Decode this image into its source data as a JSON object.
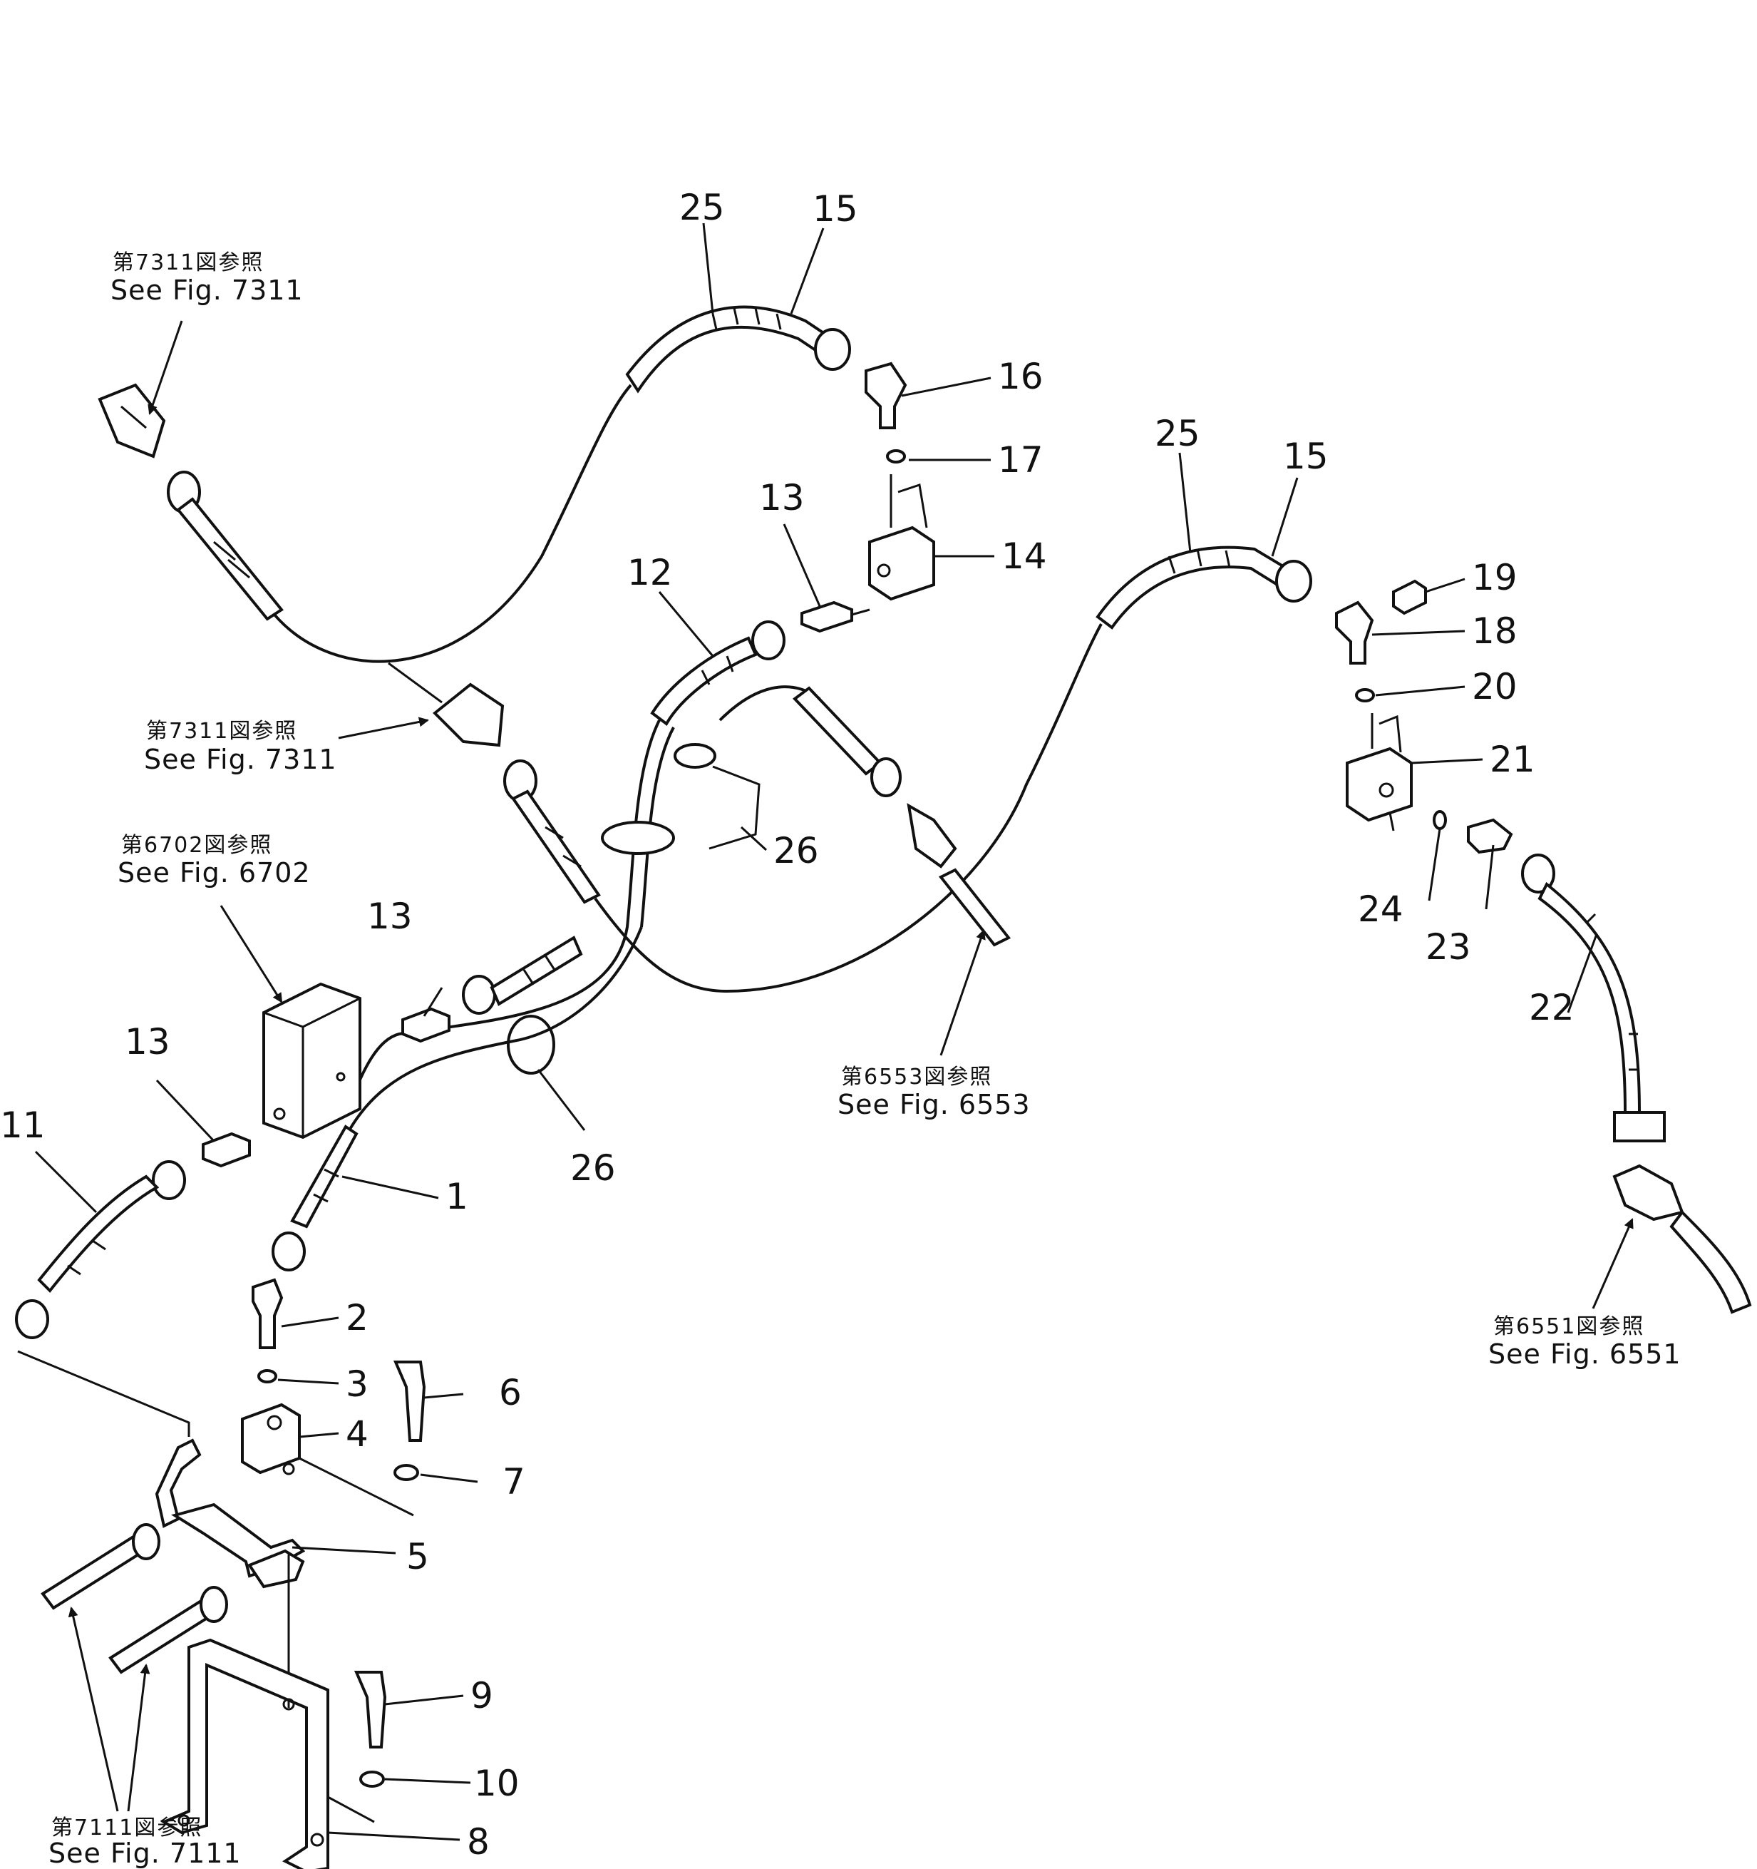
{
  "callouts": [
    {
      "id": "c1",
      "text": "1"
    },
    {
      "id": "c2",
      "text": "2"
    },
    {
      "id": "c3",
      "text": "3"
    },
    {
      "id": "c4",
      "text": "4"
    },
    {
      "id": "c5",
      "text": "5"
    },
    {
      "id": "c6",
      "text": "6"
    },
    {
      "id": "c7",
      "text": "7"
    },
    {
      "id": "c8",
      "text": "8"
    },
    {
      "id": "c9",
      "text": "9"
    },
    {
      "id": "c10",
      "text": "10"
    },
    {
      "id": "c11",
      "text": "11"
    },
    {
      "id": "c12",
      "text": "12"
    },
    {
      "id": "c13a",
      "text": "13"
    },
    {
      "id": "c13b",
      "text": "13"
    },
    {
      "id": "c13c",
      "text": "13"
    },
    {
      "id": "c14",
      "text": "14"
    },
    {
      "id": "c15a",
      "text": "15"
    },
    {
      "id": "c15b",
      "text": "15"
    },
    {
      "id": "c16",
      "text": "16"
    },
    {
      "id": "c17",
      "text": "17"
    },
    {
      "id": "c18",
      "text": "18"
    },
    {
      "id": "c19",
      "text": "19"
    },
    {
      "id": "c20",
      "text": "20"
    },
    {
      "id": "c21",
      "text": "21"
    },
    {
      "id": "c22",
      "text": "22"
    },
    {
      "id": "c23",
      "text": "23"
    },
    {
      "id": "c24",
      "text": "24"
    },
    {
      "id": "c25a",
      "text": "25"
    },
    {
      "id": "c25b",
      "text": "25"
    },
    {
      "id": "c26a",
      "text": "26"
    },
    {
      "id": "c26b",
      "text": "26"
    }
  ],
  "references": [
    {
      "id": "r7311a",
      "jp": "第7311図参照",
      "en": "See Fig. 7311"
    },
    {
      "id": "r7311b",
      "jp": "第7311図参照",
      "en": "See Fig. 7311"
    },
    {
      "id": "r6702",
      "jp": "第6702図参照",
      "en": "See Fig. 6702"
    },
    {
      "id": "r6553",
      "jp": "第6553図参照",
      "en": "See Fig. 6553"
    },
    {
      "id": "r6551",
      "jp": "第6551図参照",
      "en": "See Fig. 6551"
    },
    {
      "id": "r7111",
      "jp": "第7111図参照",
      "en": "See Fig. 7111"
    }
  ]
}
